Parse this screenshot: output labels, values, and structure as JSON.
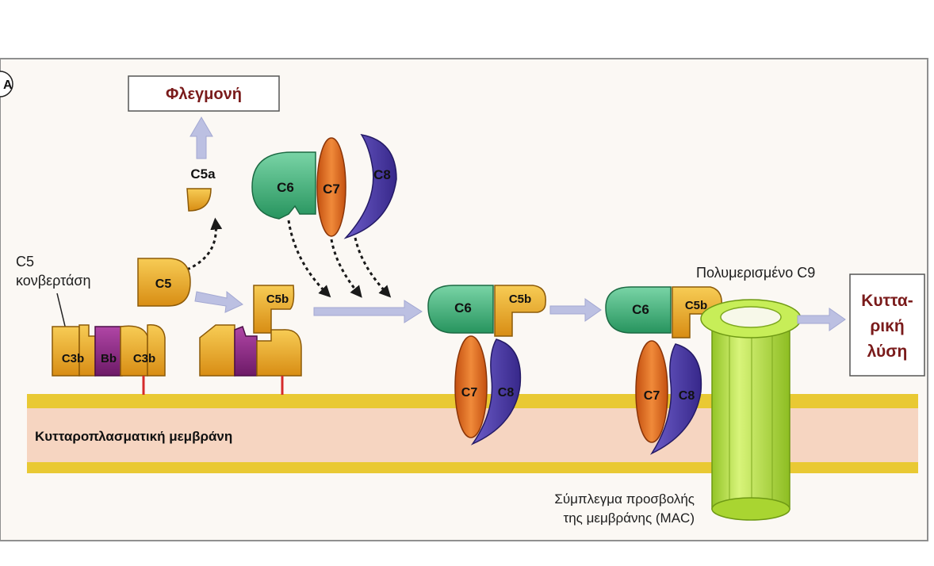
{
  "panel": {
    "label": "A"
  },
  "outcomes": {
    "inflammation": "Φλεγμονή",
    "lysis_line1": "Κυττα-",
    "lysis_line2": "ρική",
    "lysis_line3": "λύση"
  },
  "labels": {
    "c5_convertase_line1": "C5",
    "c5_convertase_line2": "κονβερτάση",
    "c9_polymerized": "Πολυμερισμένο C9",
    "mac_line1": "Σύμπλεγμα προσβολής",
    "mac_line2": "της μεμβράνης (MAC)",
    "membrane": "Κυτταροπλασματική μεμβράνη"
  },
  "proteins": {
    "c3b": "C3b",
    "bb": "Bb",
    "c5": "C5",
    "c5a": "C5a",
    "c5b": "C5b",
    "c6": "C6",
    "c7": "C7",
    "c8": "C8"
  },
  "colors": {
    "membrane_yellow": "#e9c933",
    "membrane_pink": "#f6d5c1",
    "gold": "#eaa92a",
    "purple": "#8b2a86",
    "green": "#3fae7a",
    "orange": "#e06a1c",
    "violet": "#4a3aa0",
    "lime": "#b3df3c",
    "arrow": "#bcc0e2",
    "title_red": "#7a1b1b"
  }
}
